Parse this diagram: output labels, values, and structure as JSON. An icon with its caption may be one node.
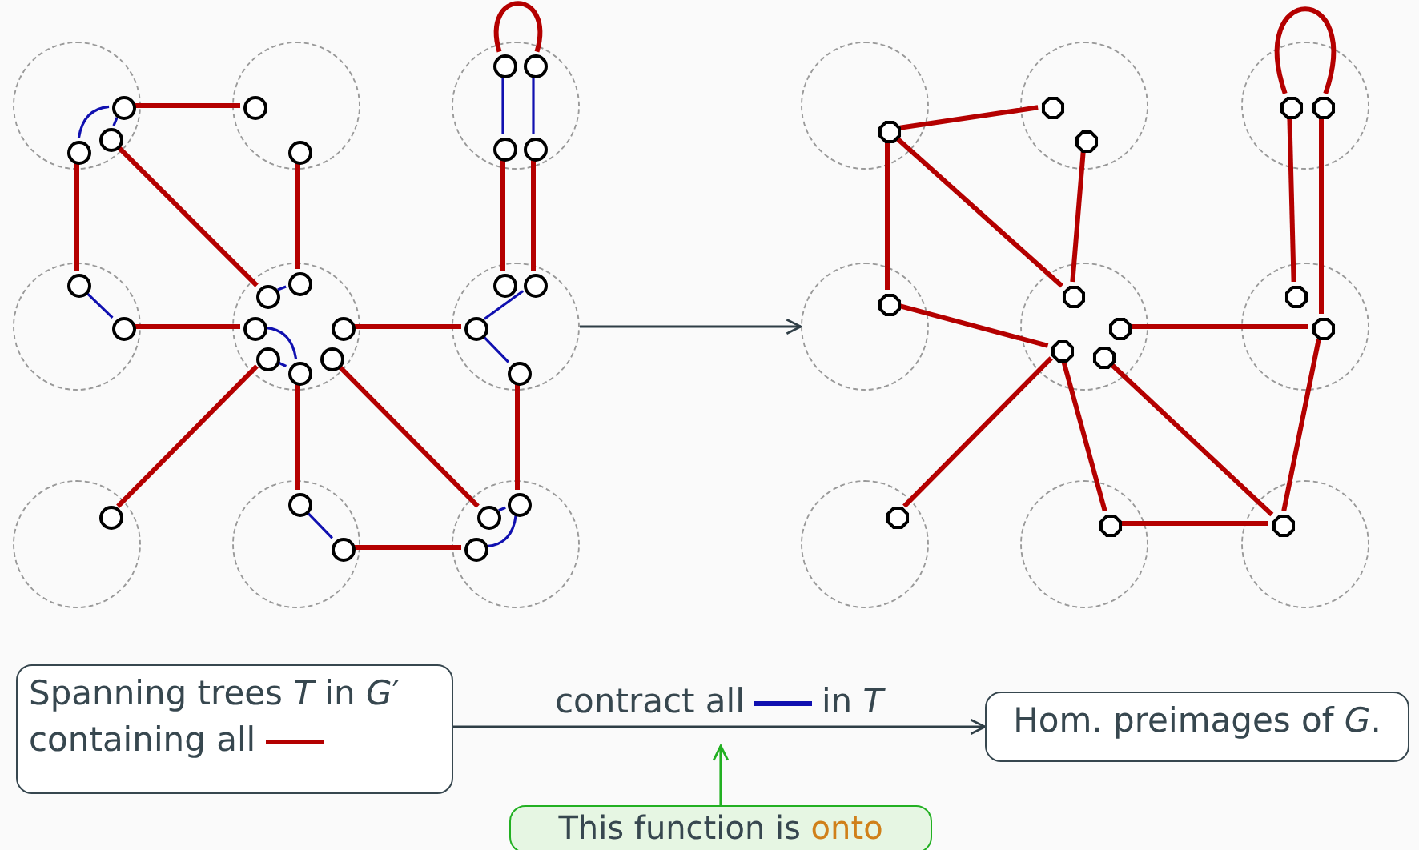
{
  "diagram": {
    "nodes": [
      {
        "text": [],
        "shape": "circle"
      },
      {
        "text": [],
        "shape": "circle",
        "in": 0
      },
      {
        "text": [],
        "shape": "circle",
        "in": 0
      },
      {
        "text": [],
        "shape": "circle",
        "in": 0
      },
      {
        "text": [],
        "shape": "circle"
      },
      {
        "text": [],
        "shape": "circle",
        "in": 4
      },
      {
        "text": [],
        "shape": "circle",
        "in": 4
      },
      {
        "text": [],
        "shape": "circle"
      },
      {
        "text": [],
        "shape": "circle",
        "in": 7
      },
      {
        "text": [],
        "shape": "circle",
        "in": 7
      },
      {
        "text": [],
        "shape": "circle",
        "in": 7
      },
      {
        "text": [],
        "shape": "circle",
        "in": 7
      },
      {
        "text": [],
        "shape": "circle"
      },
      {
        "text": [],
        "shape": "circle",
        "in": 12
      },
      {
        "text": [],
        "shape": "circle",
        "in": 12
      },
      {
        "text": [],
        "shape": "circle"
      },
      {
        "text": [],
        "shape": "circle",
        "in": 15
      },
      {
        "text": [],
        "shape": "circle",
        "in": 15
      },
      {
        "text": [],
        "shape": "circle",
        "in": 15
      },
      {
        "text": [],
        "shape": "circle",
        "in": 15
      },
      {
        "text": [],
        "shape": "circle",
        "in": 15
      },
      {
        "text": [],
        "shape": "circle",
        "in": 15
      },
      {
        "text": [],
        "shape": "circle",
        "in": 15
      },
      {
        "text": [],
        "shape": "circle"
      },
      {
        "text": [],
        "shape": "circle",
        "in": 23
      },
      {
        "text": [],
        "shape": "circle",
        "in": 23
      },
      {
        "text": [],
        "shape": "circle",
        "in": 23
      },
      {
        "text": [],
        "shape": "circle",
        "in": 23
      },
      {
        "text": [],
        "shape": "circle"
      },
      {
        "text": [],
        "shape": "circle",
        "in": 28
      },
      {
        "text": [],
        "shape": "circle"
      },
      {
        "text": [],
        "shape": "circle",
        "in": 30
      },
      {
        "text": [],
        "shape": "circle",
        "in": 30
      },
      {
        "text": [],
        "shape": "circle"
      },
      {
        "text": [],
        "shape": "circle",
        "in": 33
      },
      {
        "text": [],
        "shape": "circle",
        "in": 33
      },
      {
        "text": [],
        "shape": "circle",
        "in": 33
      },
      {
        "text": [],
        "shape": "circle"
      },
      {
        "text": [],
        "shape": "octagon",
        "in": 37
      },
      {
        "text": [],
        "shape": "circle"
      },
      {
        "text": [],
        "shape": "octagon",
        "in": 39
      },
      {
        "text": [],
        "shape": "octagon",
        "in": 39
      },
      {
        "text": [],
        "shape": "circle"
      },
      {
        "text": [],
        "shape": "octagon",
        "in": 42
      },
      {
        "text": [],
        "shape": "octagon",
        "in": 42
      },
      {
        "text": [],
        "shape": "circle"
      },
      {
        "text": [],
        "shape": "octagon",
        "in": 45
      },
      {
        "text": [],
        "shape": "circle"
      },
      {
        "text": [],
        "shape": "octagon",
        "in": 47
      },
      {
        "text": [],
        "shape": "octagon",
        "in": 47
      },
      {
        "text": [],
        "shape": "octagon",
        "in": 47
      },
      {
        "text": [],
        "shape": "octagon",
        "in": 47
      },
      {
        "text": [],
        "shape": "circle"
      },
      {
        "text": [],
        "shape": "octagon",
        "in": 52
      },
      {
        "text": [],
        "shape": "octagon",
        "in": 52
      },
      {
        "text": [],
        "shape": "circle"
      },
      {
        "text": [],
        "shape": "octagon",
        "in": 55
      },
      {
        "text": [],
        "shape": "circle"
      },
      {
        "text": [],
        "shape": "octagon",
        "in": 57
      },
      {
        "text": [],
        "shape": "circle"
      },
      {
        "text": [],
        "shape": "octagon",
        "in": 59
      },
      {
        "text": [
          "Spanning trees *T* in *G*′ containing all"
        ]
      },
      {
        "text": [
          "Hom. preimages of *G*."
        ]
      },
      {
        "text": [
          "This function is",
          "onto"
        ]
      }
    ],
    "edges": [
      {
        "from": 1,
        "to": 5,
        "arrow": "none"
      },
      {
        "from": 1,
        "to": 3,
        "arrow": "none",
        "color": "#1010b0"
      },
      {
        "from": 1,
        "to": 2,
        "arrow": "none",
        "color": "#1010b0"
      },
      {
        "from": 3,
        "to": 13,
        "arrow": "none"
      },
      {
        "from": 2,
        "to": 17,
        "arrow": "none"
      },
      {
        "from": 6,
        "to": 16,
        "arrow": "none"
      },
      {
        "from": 17,
        "to": 16,
        "arrow": "none",
        "color": "#1010b0"
      },
      {
        "from": 8,
        "to": 9,
        "arrow": "none"
      },
      {
        "from": 8,
        "to": 10,
        "arrow": "none",
        "color": "#1010b0"
      },
      {
        "from": 9,
        "to": 11,
        "arrow": "none",
        "color": "#1010b0"
      },
      {
        "from": 10,
        "to": 24,
        "arrow": "none"
      },
      {
        "from": 11,
        "to": 25,
        "arrow": "none"
      },
      {
        "from": 13,
        "to": 14,
        "arrow": "none",
        "color": "#1010b0"
      },
      {
        "from": 14,
        "to": 18,
        "arrow": "none"
      },
      {
        "from": 18,
        "to": 22,
        "arrow": "none",
        "color": "#1010b0"
      },
      {
        "from": 20,
        "to": 22,
        "arrow": "none",
        "color": "#1010b0"
      },
      {
        "from": 20,
        "to": 29,
        "arrow": "none"
      },
      {
        "from": 22,
        "to": 31,
        "arrow": "none"
      },
      {
        "from": 19,
        "to": 26,
        "arrow": "none"
      },
      {
        "from": 21,
        "to": 35,
        "arrow": "none"
      },
      {
        "from": 25,
        "to": 26,
        "arrow": "none",
        "color": "#1010b0"
      },
      {
        "from": 26,
        "to": 27,
        "arrow": "none",
        "color": "#1010b0"
      },
      {
        "from": 27,
        "to": 34,
        "arrow": "none"
      },
      {
        "from": 31,
        "to": 32,
        "arrow": "none",
        "color": "#1010b0"
      },
      {
        "from": 32,
        "to": 36,
        "arrow": "none"
      },
      {
        "from": 35,
        "to": 34,
        "arrow": "none",
        "color": "#1010b0"
      },
      {
        "from": 36,
        "to": 34,
        "arrow": "none",
        "color": "#1010b0"
      },
      {
        "from": 23,
        "to": 45,
        "arrow": "to",
        "color": "#2f3e46"
      },
      {
        "from": 38,
        "to": 40,
        "arrow": "none"
      },
      {
        "from": 38,
        "to": 46,
        "arrow": "none"
      },
      {
        "from": 38,
        "to": 48,
        "arrow": "none"
      },
      {
        "from": 41,
        "to": 48,
        "arrow": "none"
      },
      {
        "from": 43,
        "to": 44,
        "arrow": "none"
      },
      {
        "from": 43,
        "to": 53,
        "arrow": "none"
      },
      {
        "from": 44,
        "to": 54,
        "arrow": "none"
      },
      {
        "from": 46,
        "to": 50,
        "arrow": "none"
      },
      {
        "from": 50,
        "to": 56,
        "arrow": "none"
      },
      {
        "from": 50,
        "to": 58,
        "arrow": "none"
      },
      {
        "from": 49,
        "to": 54,
        "arrow": "none"
      },
      {
        "from": 51,
        "to": 60,
        "arrow": "none"
      },
      {
        "from": 54,
        "to": 60,
        "arrow": "none"
      },
      {
        "from": 58,
        "to": 60,
        "arrow": "none"
      },
      {
        "from": 61,
        "to": 62,
        "arrow": "to",
        "label": "contract all in *T*",
        "color": "#2f3e46"
      },
      {
        "from": 63,
        "to": null,
        "arrow": "to",
        "color": "#22b022"
      }
    ]
  }
}
